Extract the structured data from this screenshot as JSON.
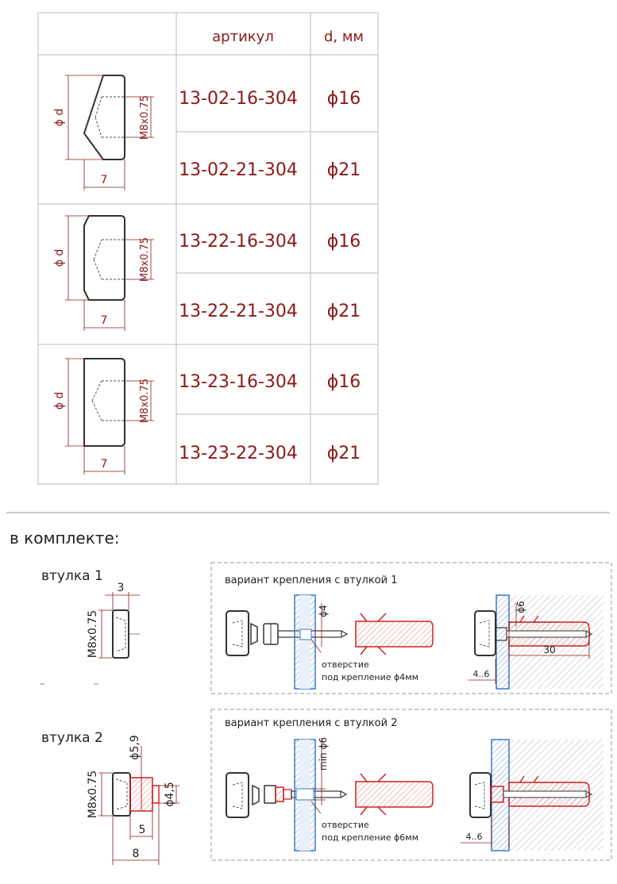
{
  "colors": {
    "accent": "#8b1a1a",
    "line": "#333333",
    "grid": "#bbbbbb",
    "glass": "#3b78c8",
    "glass_fill": "#cfe0f5",
    "part_red": "#cc2222",
    "part_fill": "#f3d4d4",
    "hatch": "#d8d8d8"
  },
  "table": {
    "headers": [
      "артикул",
      "d, мм"
    ],
    "groups": [
      {
        "dims": {
          "diameter": "ϕ d",
          "thread": "M8x0.75",
          "length": "7"
        },
        "rows": [
          {
            "article": "13-02-16-304",
            "d": "ϕ16"
          },
          {
            "article": "13-02-21-304",
            "d": "ϕ21"
          }
        ]
      },
      {
        "dims": {
          "diameter": "ϕ d",
          "thread": "M8x0.75",
          "length": "7"
        },
        "rows": [
          {
            "article": "13-22-16-304",
            "d": "ϕ16"
          },
          {
            "article": "13-22-21-304",
            "d": "ϕ21"
          }
        ]
      },
      {
        "dims": {
          "diameter": "ϕ d",
          "thread": "M8x0.75",
          "length": "7"
        },
        "rows": [
          {
            "article": "13-23-16-304",
            "d": "ϕ16"
          },
          {
            "article": "13-23-22-304",
            "d": "ϕ21"
          }
        ]
      }
    ]
  },
  "kit": {
    "heading": "в комплекте:",
    "bushing1": {
      "title": "втулка 1",
      "dim_top": "3",
      "thread": "M8x0.75"
    },
    "bushing2": {
      "title": "втулка 2",
      "dim_d1": "ϕ5,9",
      "dim_d2": "ϕ4,5",
      "thread": "M8x0.75",
      "dim_inner": "5",
      "dim_total": "8"
    },
    "variant1": {
      "title": "вариант крепления с втулкой 1",
      "hole_dim": "ϕ4",
      "note_line1": "отверстие",
      "note_line2": "под крепление ϕ4мм",
      "dim_phi6": "ϕ6",
      "dim_30": "30",
      "dim_gap": "4..6"
    },
    "variant2": {
      "title": "вариант крепления с втулкой 2",
      "hole_dim": "min ϕ6",
      "note_line1": "отверстие",
      "note_line2": "под крепление ϕ6мм",
      "dim_gap": "4..6"
    }
  }
}
